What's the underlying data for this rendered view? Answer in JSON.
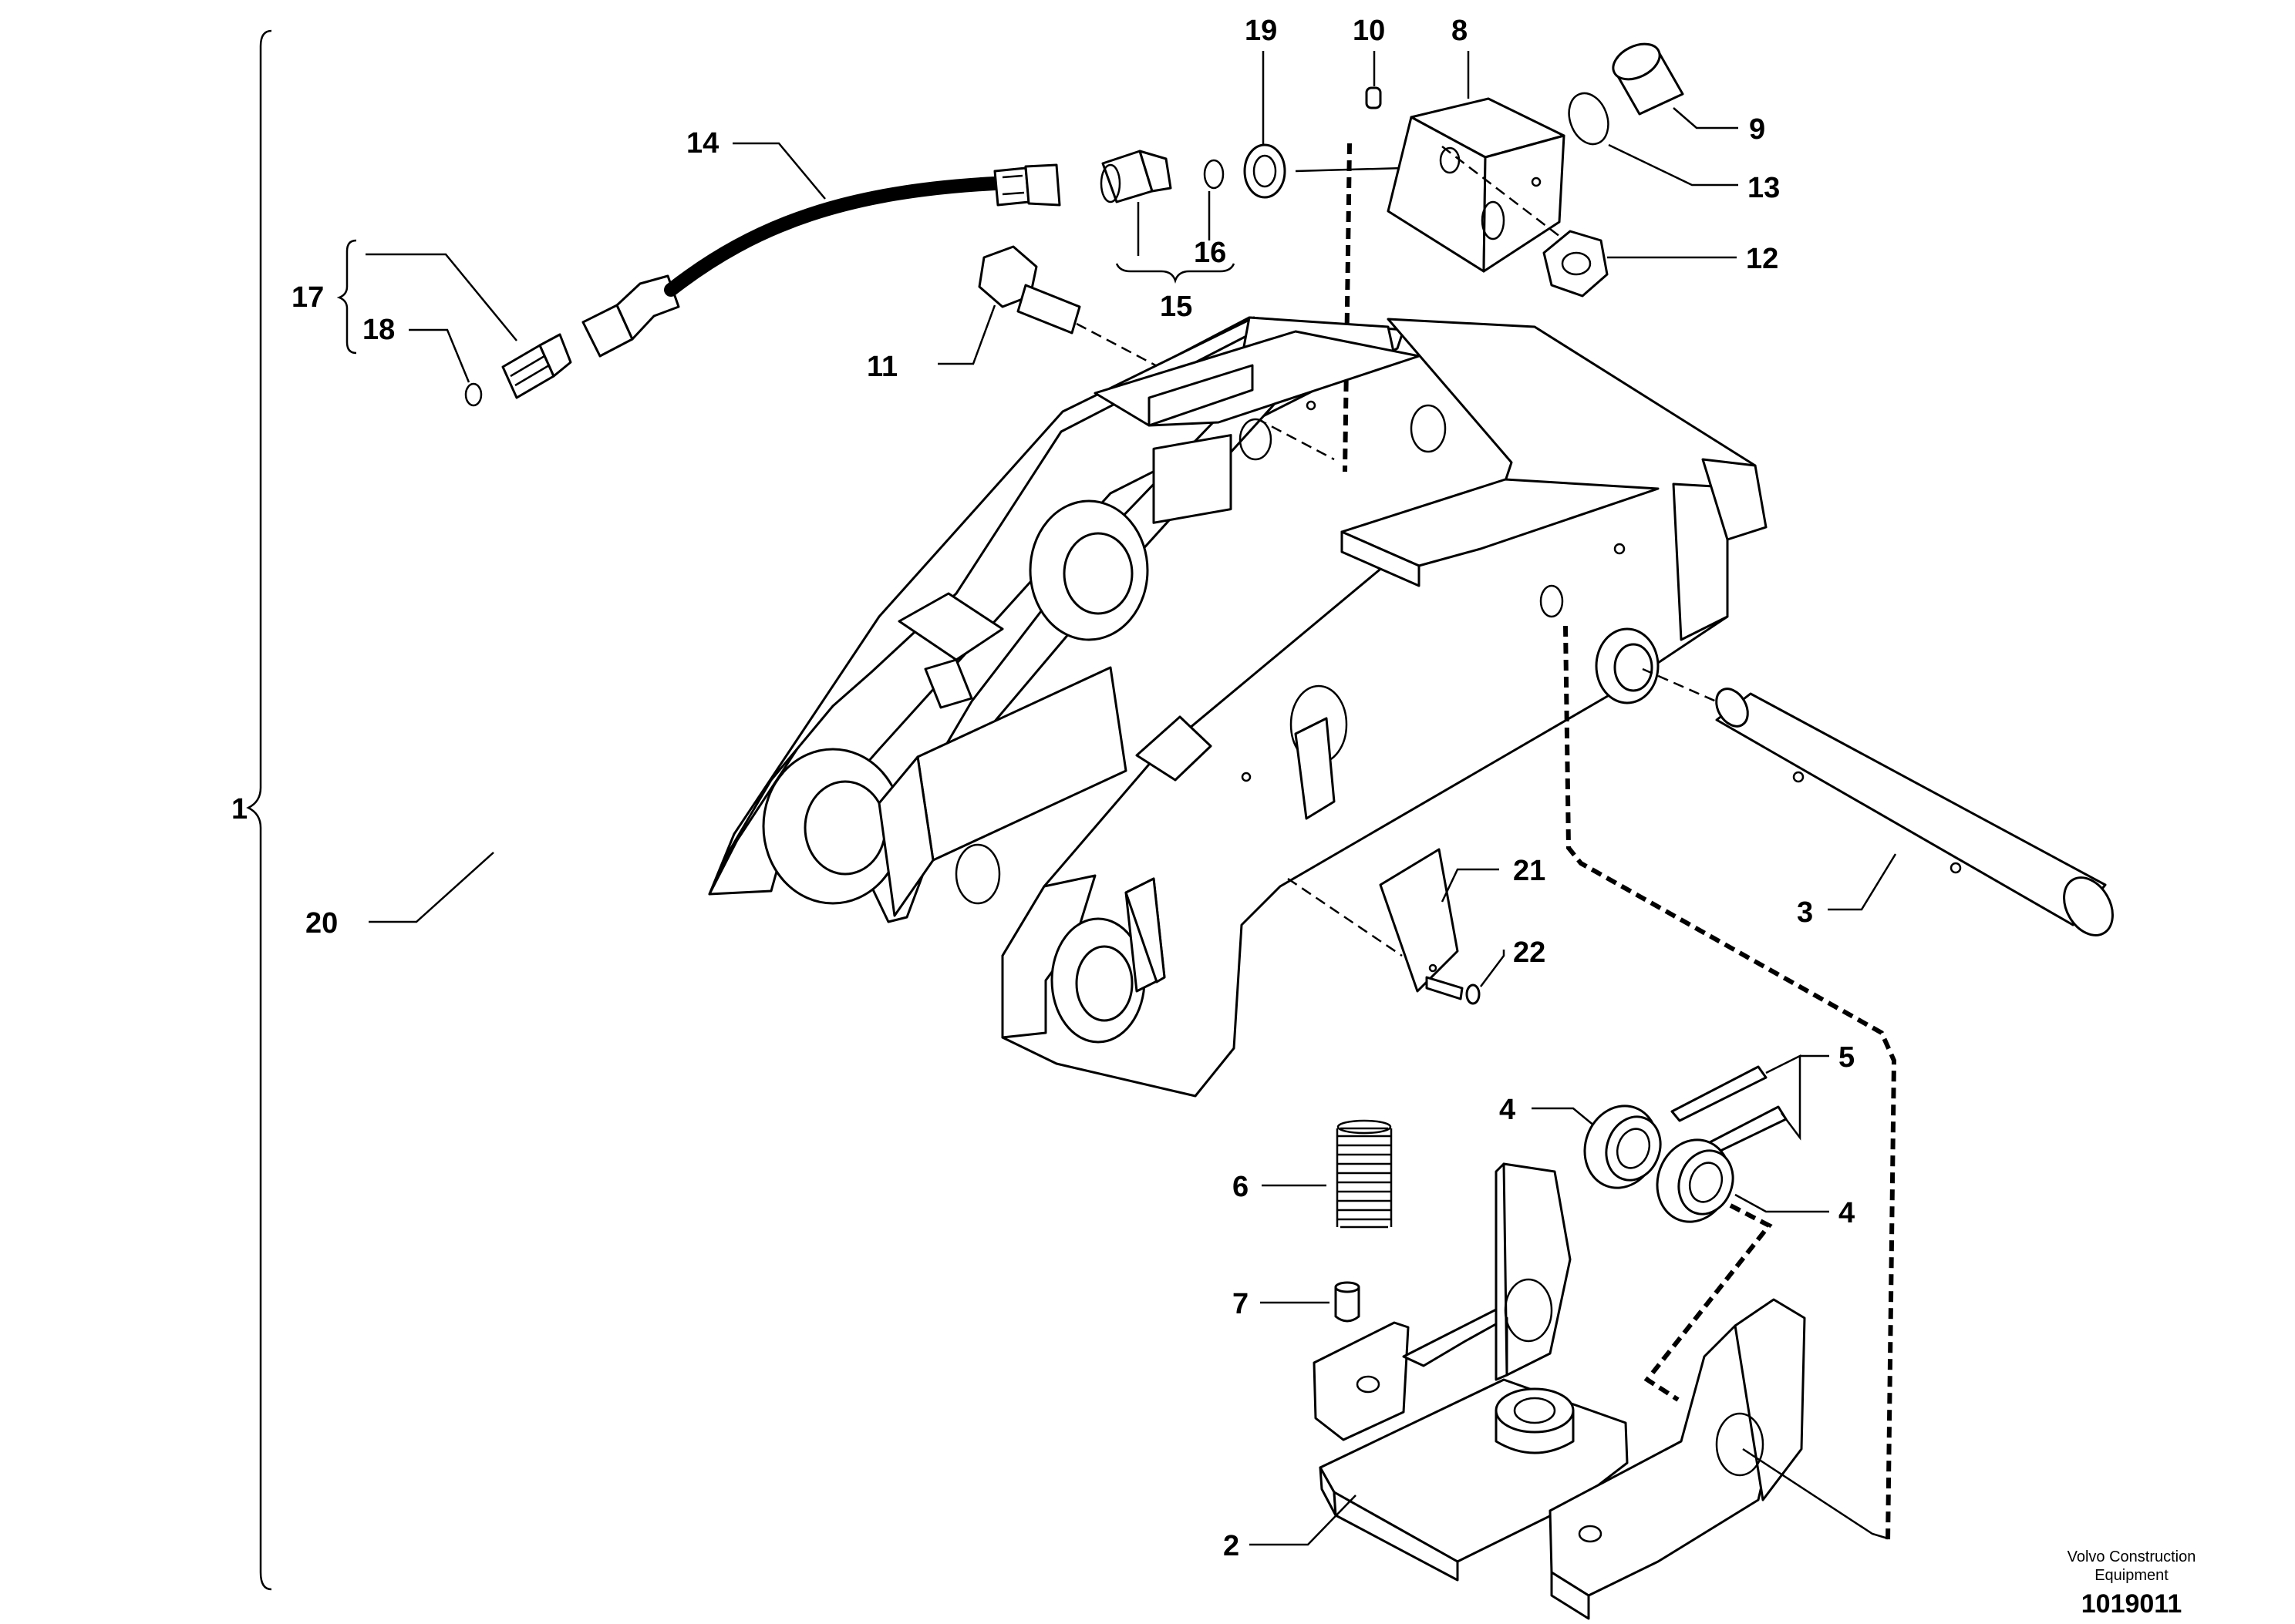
{
  "callouts": {
    "c1": "1",
    "c2": "2",
    "c3": "3",
    "c4a": "4",
    "c4b": "4",
    "c5": "5",
    "c6": "6",
    "c7": "7",
    "c8": "8",
    "c9": "9",
    "c10": "10",
    "c11": "11",
    "c12": "12",
    "c13": "13",
    "c14": "14",
    "c15": "15",
    "c16": "16",
    "c17": "17",
    "c18": "18",
    "c19": "19",
    "c20": "20",
    "c21": "21",
    "c22": "22"
  },
  "footer": {
    "credit_line1": "Volvo Construction",
    "credit_line2": "Equipment",
    "document_number": "1019011"
  }
}
